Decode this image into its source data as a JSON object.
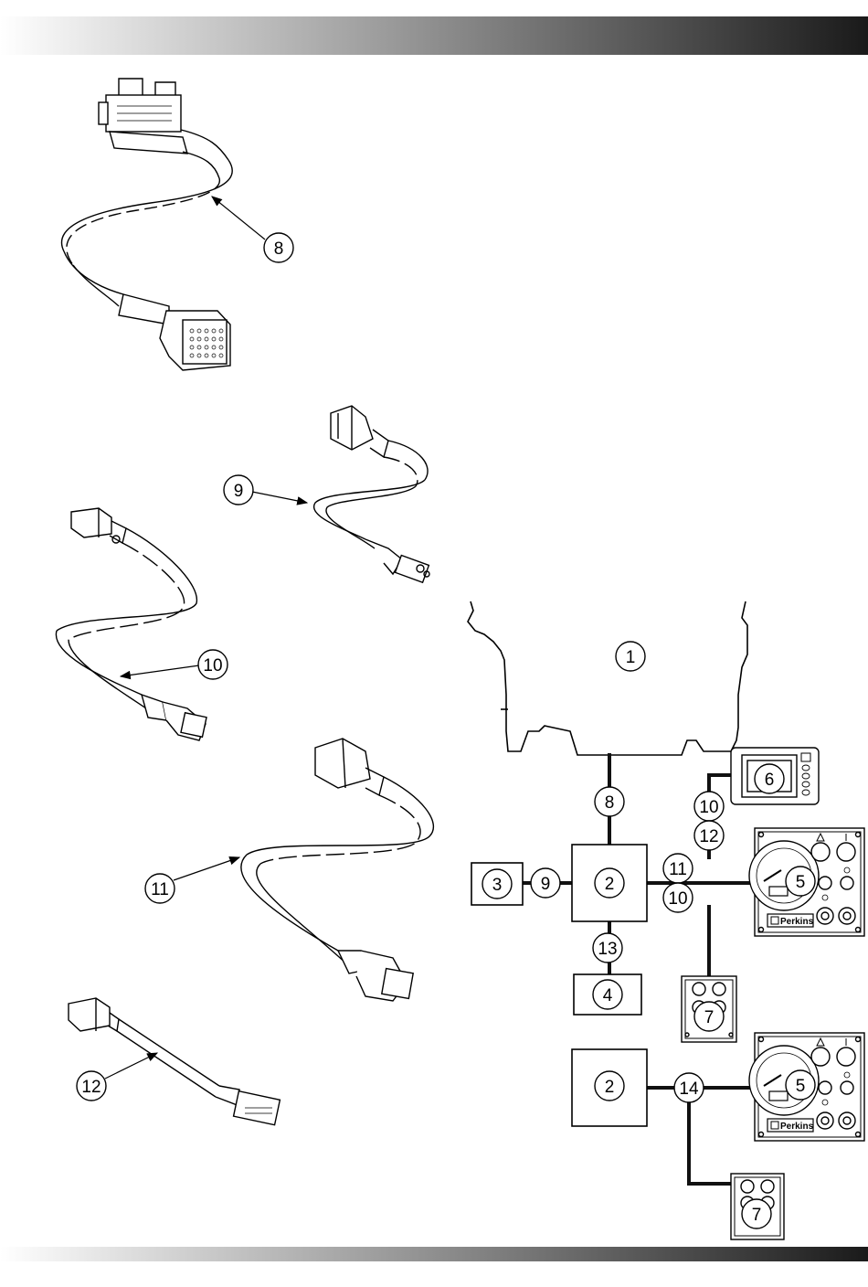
{
  "header_bar": {
    "gradient": [
      "#ffffff",
      "#1a1a1a"
    ]
  },
  "footer_bar": {
    "gradient": [
      "#ffffff",
      "#1a1a1a"
    ]
  },
  "colors": {
    "line": "#000000",
    "harness": "#111111",
    "panel_bg": "#ffffff"
  },
  "callouts": {
    "harness_8": "8",
    "harness_9": "9",
    "harness_10": "10",
    "harness_11": "11",
    "harness_12": "12",
    "engine": "1",
    "ecm_top": "2",
    "box_3": "3",
    "box_4": "4",
    "panel_5_top": "5",
    "display_6": "6",
    "panel_7_top": "7",
    "link_8": "8",
    "link_9": "9",
    "link_10_a": "10",
    "link_12": "12",
    "link_11": "11",
    "link_10_b": "10",
    "link_13": "13",
    "ecm_bottom": "2",
    "link_14": "14",
    "panel_5_bottom": "5",
    "panel_7_bottom": "7"
  },
  "panels": {
    "brand_top": "Perkins",
    "brand_bottom": "Perkins"
  },
  "icons": {
    "warning": "warning-triangle-icon",
    "gauge": "tachometer-gauge-icon",
    "key": "key-switch-icon",
    "logo": "perkins-logo-icon"
  }
}
